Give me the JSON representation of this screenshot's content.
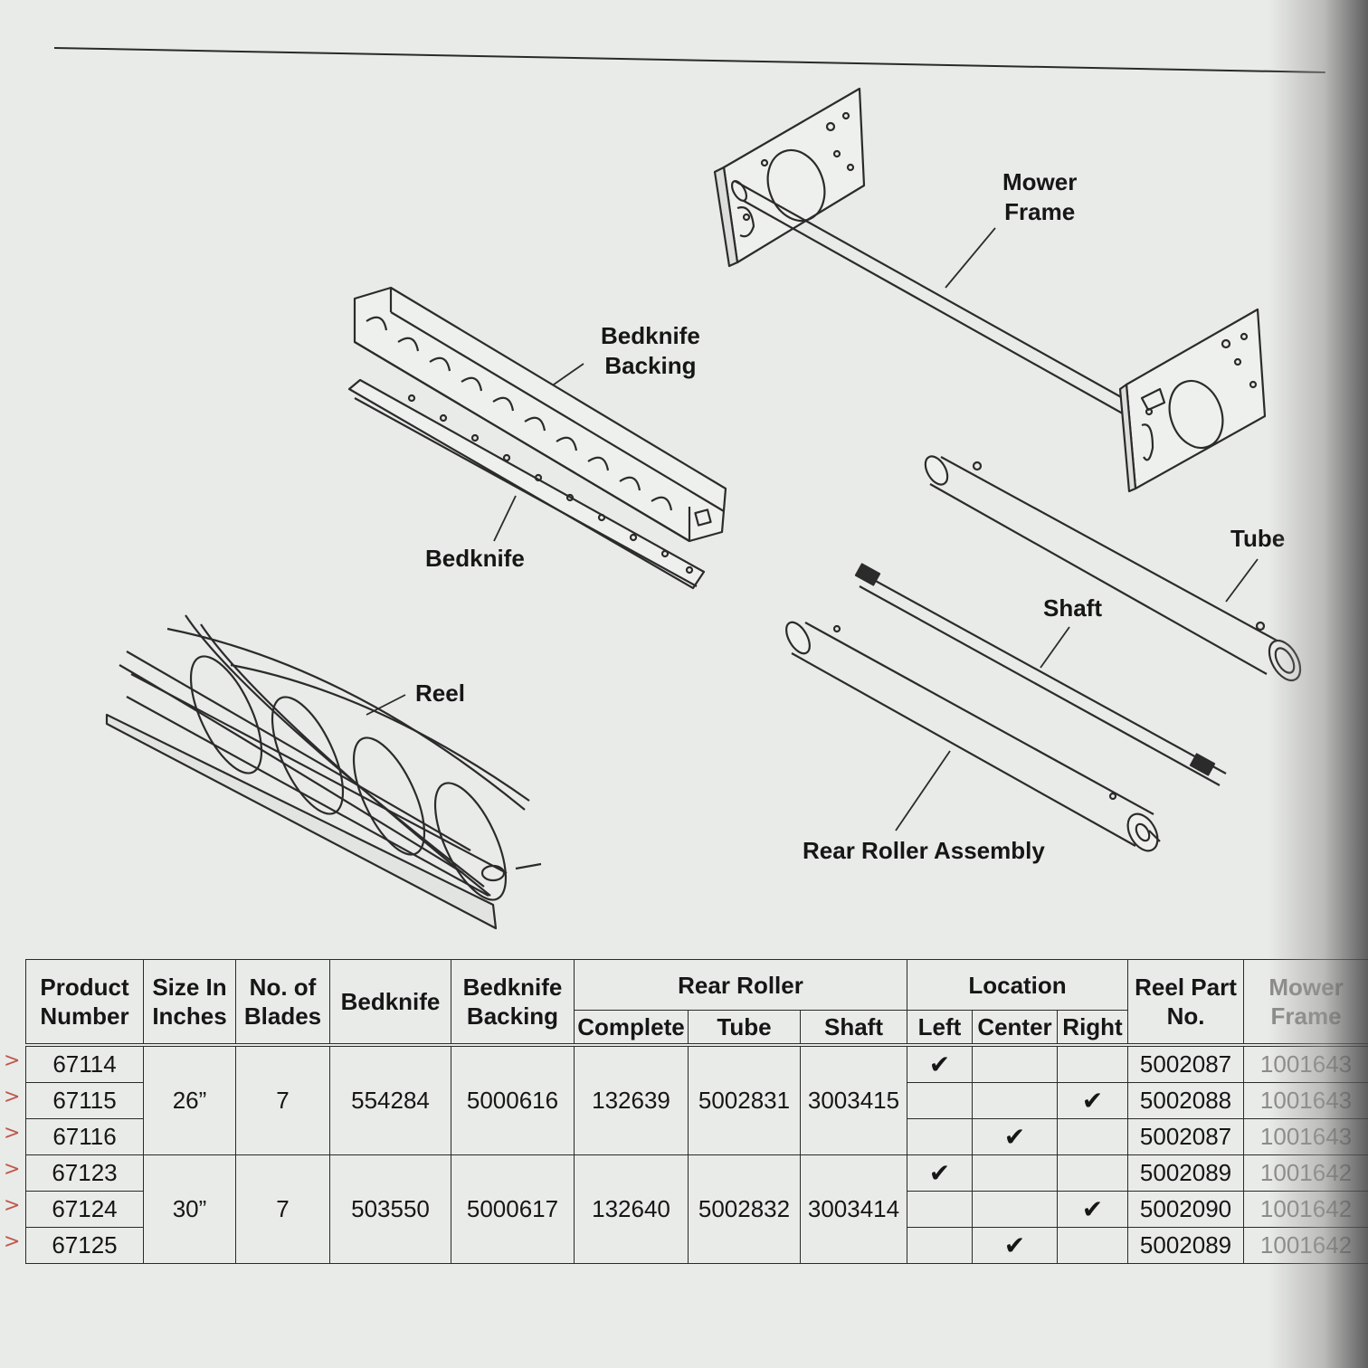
{
  "labels": {
    "mower_frame": "Mower\nFrame",
    "bedknife_backing": "Bedknife\nBacking",
    "bedknife": "Bedknife",
    "reel": "Reel",
    "tube": "Tube",
    "shaft": "Shaft",
    "rear_roller_assembly": "Rear Roller Assembly"
  },
  "table": {
    "headers": {
      "product_number": "Product Number",
      "size": "Size In Inches",
      "blades": "No. of Blades",
      "bedknife": "Bedknife",
      "bedknife_backing": "Bedknife Backing",
      "rear_roller": "Rear Roller",
      "complete": "Complete",
      "tube": "Tube",
      "shaft": "Shaft",
      "location": "Location",
      "left": "Left",
      "center": "Center",
      "right": "Right",
      "reel_part_no": "Reel Part No.",
      "mower_frame": "Mower Frame"
    },
    "groups": [
      {
        "size": "26”",
        "blades": "7",
        "bedknife": "554284",
        "bedknife_backing": "5000616",
        "complete": "132639",
        "tube": "5002831",
        "shaft": "3003415",
        "products": [
          "67114",
          "67115",
          "67116"
        ]
      },
      {
        "size": "30”",
        "blades": "7",
        "bedknife": "503550",
        "bedknife_backing": "5000617",
        "complete": "132640",
        "tube": "5002832",
        "shaft": "3003414",
        "products": [
          "67123",
          "67124",
          "67125"
        ]
      }
    ],
    "check_mark": "✔",
    "location_rows": [
      {
        "left": "✔",
        "center": "",
        "right": "",
        "reel": "5002087",
        "frame": "1001643"
      },
      {
        "left": "",
        "center": "",
        "right": "✔",
        "reel": "5002088",
        "frame": "1001643"
      },
      {
        "left": "",
        "center": "✔",
        "right": "",
        "reel": "5002087",
        "frame": "1001643"
      },
      {
        "left": "✔",
        "center": "",
        "right": "",
        "reel": "5002089",
        "frame": "1001642"
      },
      {
        "left": "",
        "center": "",
        "right": "✔",
        "reel": "5002090",
        "frame": "1001642"
      },
      {
        "left": "",
        "center": "✔",
        "right": "",
        "reel": "5002089",
        "frame": "1001642"
      }
    ],
    "row_marker": ">"
  }
}
